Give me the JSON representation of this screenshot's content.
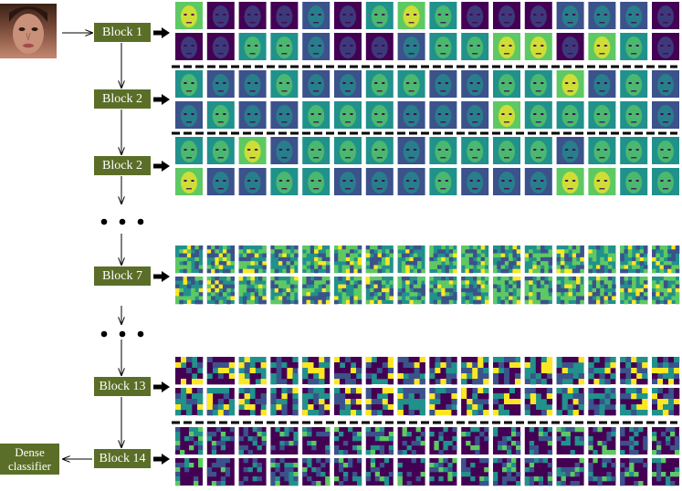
{
  "blocks": [
    {
      "id": "b1",
      "label": "Block 1"
    },
    {
      "id": "b2a",
      "label": "Block 2"
    },
    {
      "id": "b2b",
      "label": "Block 2"
    },
    {
      "id": "b7",
      "label": "Block 7"
    },
    {
      "id": "b13",
      "label": "Block 13"
    },
    {
      "id": "b14",
      "label": "Block 14"
    }
  ],
  "output": {
    "line1": "Dense",
    "line2": "classifier"
  },
  "colors": {
    "block_fill": "#5b6e28",
    "block_text": "#ffffff",
    "arrow": "#000000",
    "separator": "#000000",
    "colormap": [
      "#440154",
      "#3b528b",
      "#21918c",
      "#5ec962",
      "#fde725"
    ]
  },
  "feature_rows_per_block": 2,
  "feature_maps_per_row": 16,
  "input_image_icon": "face-photo"
}
